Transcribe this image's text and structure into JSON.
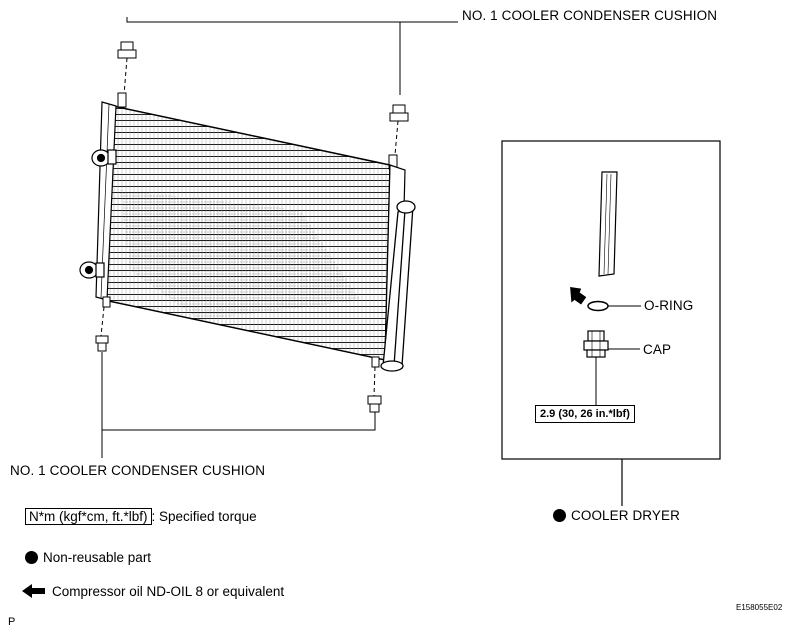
{
  "labels": {
    "cushion_top": "NO. 1 COOLER CONDENSER CUSHION",
    "cushion_bottom": "NO. 1 COOLER CONDENSER CUSHION",
    "o_ring": "O-RING",
    "cap": "CAP",
    "torque_value": "2.9 (30, 26 in.*lbf)",
    "cooler_dryer": "COOLER DRYER"
  },
  "legend": {
    "torque_unit": "N*m (kgf*cm, ft.*lbf)",
    "torque_desc": ": Specified torque",
    "non_reusable": "Non-reusable part",
    "oil": "Compressor oil ND-OIL 8 or equivalent"
  },
  "footer": {
    "page_code": "P",
    "image_id": "E158055E02"
  },
  "colors": {
    "ink": "#000000",
    "paper": "#ffffff",
    "fin_shade": "#8a8a8a"
  }
}
